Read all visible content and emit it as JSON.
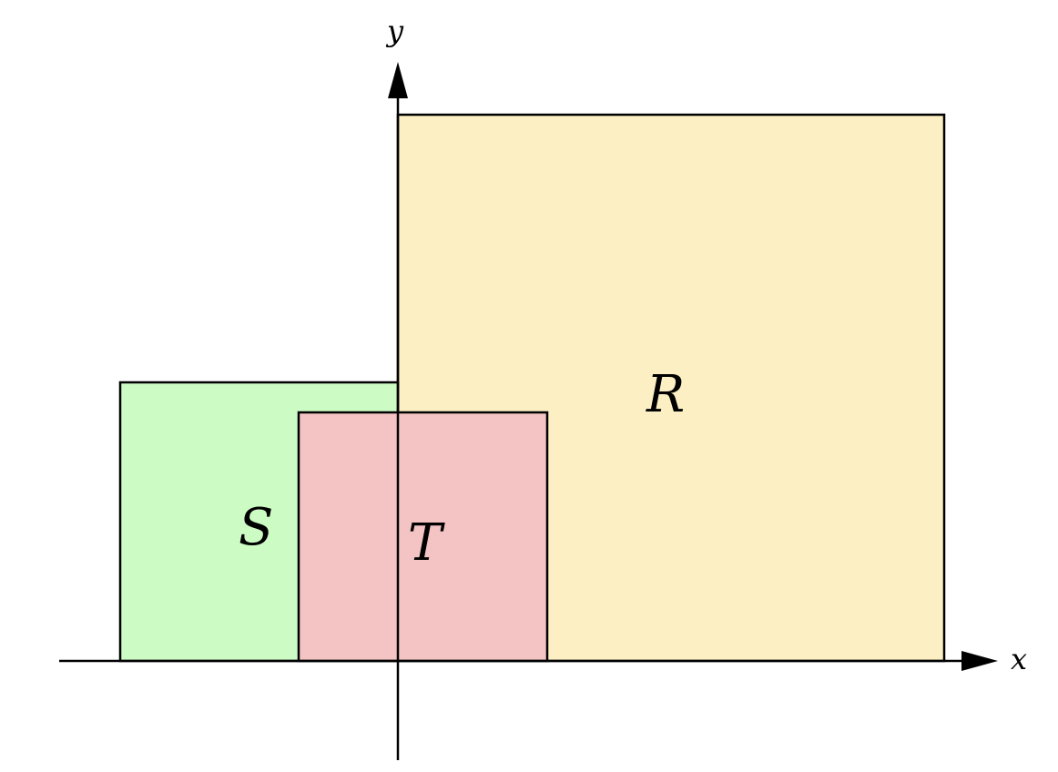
{
  "axes": {
    "x_label": "x",
    "y_label": "y"
  },
  "regions": [
    {
      "id": "R",
      "label": "R",
      "color": "#fcefc4"
    },
    {
      "id": "S",
      "label": "S",
      "color": "#ccfcc4"
    },
    {
      "id": "T",
      "label": "T",
      "color": "#f4c4c4"
    }
  ]
}
